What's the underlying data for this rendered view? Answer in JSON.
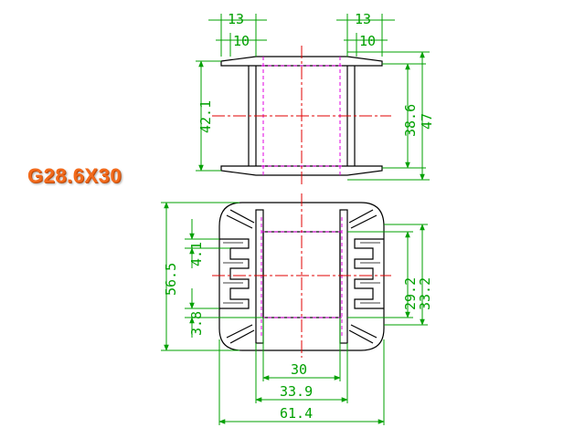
{
  "model": "G28.6X30",
  "colors": {
    "outline": "#000000",
    "dimension": "#00a000",
    "centerline": "#e00000",
    "hidden": "#e000e0",
    "label": "#f26a1b"
  },
  "top_view": {
    "flange_width_left": "13",
    "flange_width_right": "13",
    "pin_offset_left": "10",
    "pin_offset_right": "10",
    "overall_height": "47",
    "flange_outer_distance": "42.1",
    "inner_height": "38.6"
  },
  "front_view": {
    "overall_height": "56.5",
    "slot_pitch": "4.1",
    "bottom_gap": "3.8",
    "window_height": "29.2",
    "flange_inner_height": "33.2",
    "core_width": "30",
    "window_width": "33.9",
    "overall_width": "61.4"
  }
}
